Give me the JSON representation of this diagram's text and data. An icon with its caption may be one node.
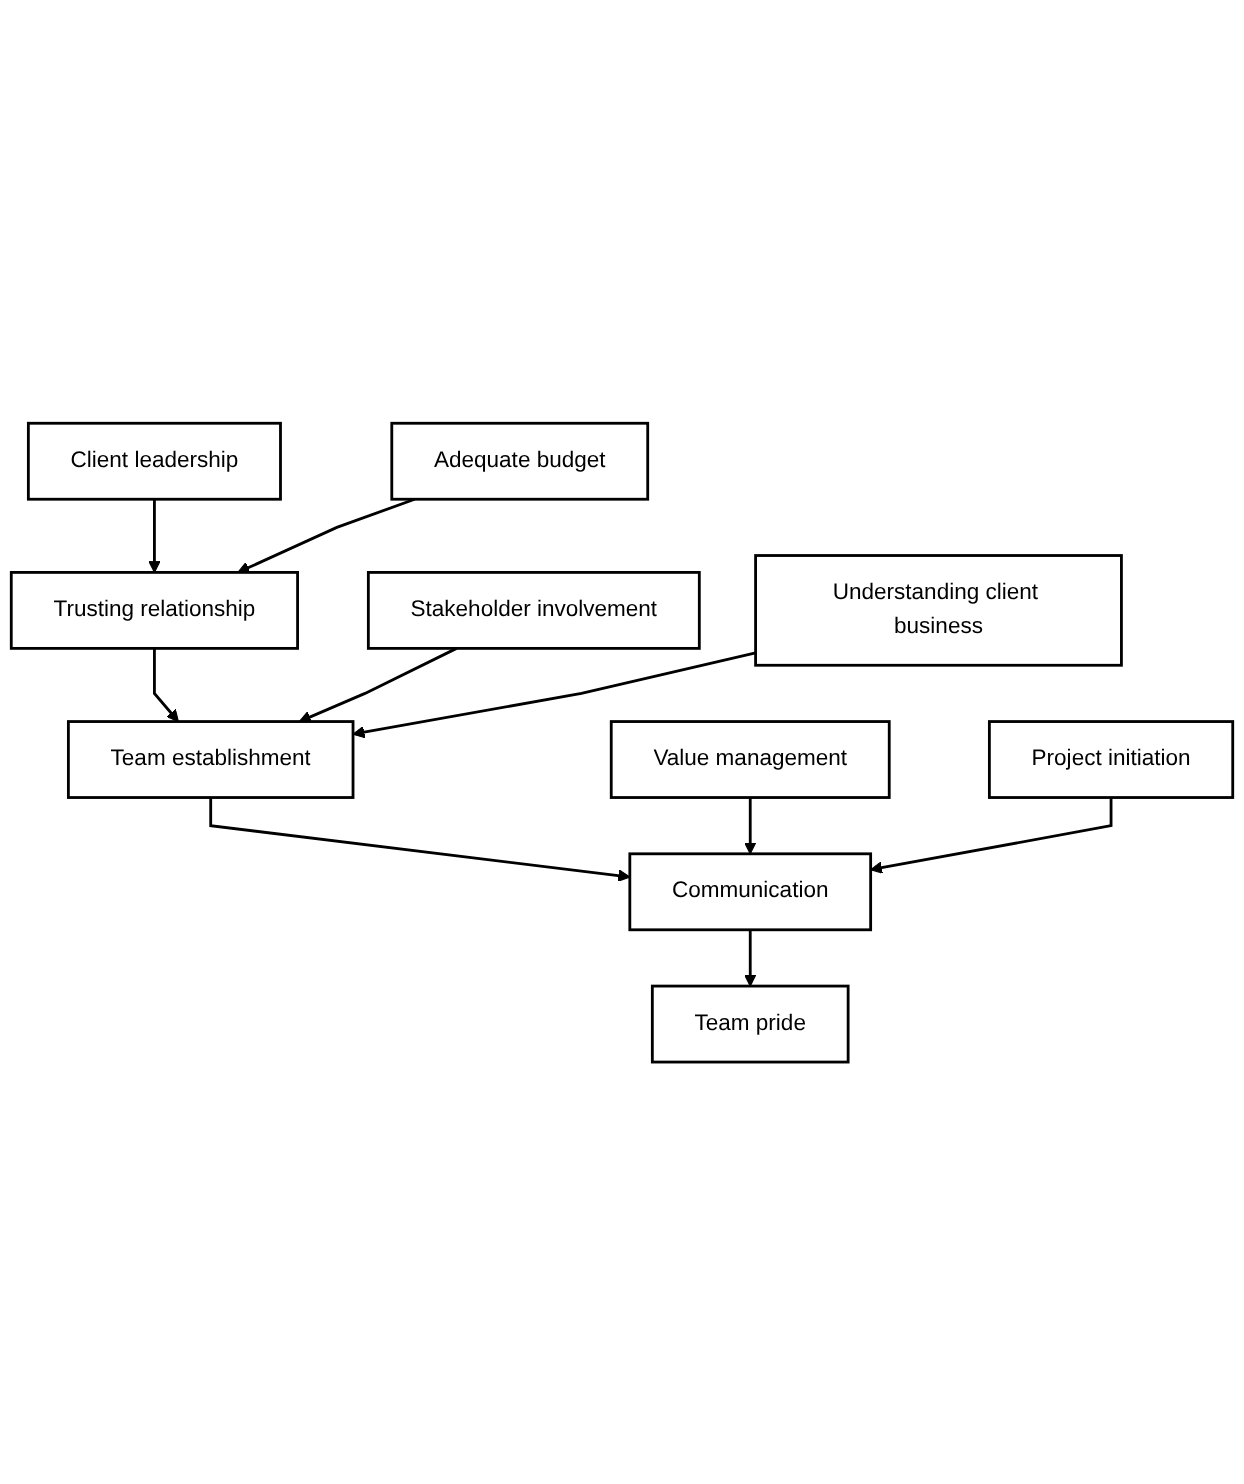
{
  "diagram": {
    "nodes": [
      {
        "text": [
          "Client leadership"
        ]
      },
      {
        "text": [
          "Adequate budget"
        ]
      },
      {
        "text": [
          "Trusting relationship"
        ]
      },
      {
        "text": [
          "Stakeholder involvement"
        ]
      },
      {
        "text": [
          "Team establishment"
        ]
      },
      {
        "text": [
          "Understanding client business"
        ]
      },
      {
        "text": [
          "Value management"
        ]
      },
      {
        "text": [
          "Communication"
        ]
      },
      {
        "text": [
          "Project initiation"
        ]
      },
      {
        "text": [
          "Team pride"
        ]
      }
    ],
    "edges": [
      {
        "from": 0,
        "to": 2,
        "arrow": "to"
      },
      {
        "from": 1,
        "to": 2,
        "arrow": "to"
      },
      {
        "from": 2,
        "to": 4,
        "arrow": "to"
      },
      {
        "from": 3,
        "to": 4,
        "arrow": "to"
      },
      {
        "from": 5,
        "to": 4,
        "arrow": "to"
      },
      {
        "from": 4,
        "to": 7,
        "arrow": "to"
      },
      {
        "from": 6,
        "to": 7,
        "arrow": "to"
      },
      {
        "from": 8,
        "to": 7,
        "arrow": "to"
      },
      {
        "from": 7,
        "to": 9,
        "arrow": "to"
      }
    ]
  }
}
